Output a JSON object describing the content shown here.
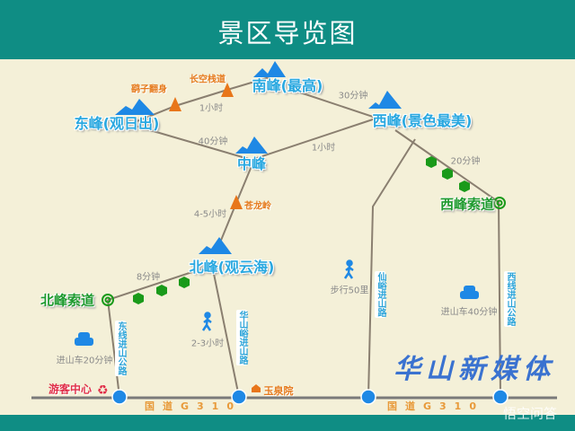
{
  "title": "景区导览图",
  "peaks": {
    "south": "南峰(最高)",
    "east": "东峰(观日出)",
    "middle": "中峰",
    "west": "西峰(景色最美)",
    "north": "北峰(观云海)"
  },
  "spots": {
    "changkong": "长空栈道",
    "yaozi": "鹞子翻身",
    "canglong": "苍龙岭",
    "yuquan": "玉泉院"
  },
  "times": {
    "east_south": "1小时",
    "east_middle": "40分钟",
    "middle_west": "1小时",
    "south_west": "30分钟",
    "west_cable": "20分钟",
    "canglong": "4-5小时",
    "north_cable": "8分钟",
    "huashanyu": "2-3小时",
    "car_east": "进山车20分钟",
    "walk_west": "步行50里",
    "car_west": "进山车40分钟"
  },
  "cableways": {
    "north": "北峰索道",
    "west": "西峰索道"
  },
  "roads": {
    "east_line": "东线进山公路",
    "huashanyu": "华山峪进山路",
    "xianyu": "仙峪进山路",
    "west_line": "西线进山公路"
  },
  "highway": "国道G310",
  "visitor_center": "游客中心",
  "brand": "华山新媒体",
  "watermark": "悟空问答",
  "colors": {
    "header": "#0f8d84",
    "map_bg": "#f4f0d8",
    "peak": "#29a8e0",
    "cable": "#1e9a2e",
    "spot": "#e57a1c",
    "marker": "#1e88e5"
  }
}
